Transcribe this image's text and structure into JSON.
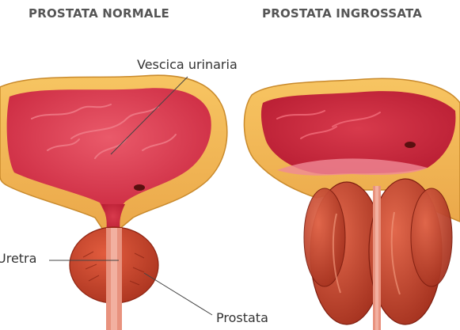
{
  "titles": {
    "normal": "PROSTATA NORMALE",
    "enlarged": "PROSTATA INGROSSATA"
  },
  "labels": {
    "bladder": "Vescica urinaria",
    "urethra": "Uretra",
    "prostate": "Prostata"
  },
  "colors": {
    "bladder_wall": "#f0b44a",
    "bladder_wall_edge": "#c98a2c",
    "bladder_inner": "#e04458",
    "bladder_inner_dark": "#c9203a",
    "prostate": "#c2402a",
    "prostate_light": "#e2644a",
    "urethra": "#e8927e",
    "leader_line": "#444444"
  }
}
